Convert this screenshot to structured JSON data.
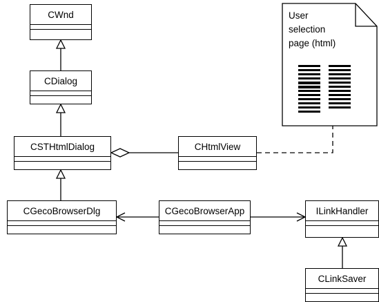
{
  "classes": {
    "cwnd": "CWnd",
    "cdialog": "CDialog",
    "csthtmldialog": "CSTHtmlDialog",
    "chtmlview": "CHtmlView",
    "cgecobrowserdlg": "CGecoBrowserDlg",
    "cgecobrowserapp": "CGecoBrowserApp",
    "ilinkhandler": "ILinkHandler",
    "clinksaver": "CLinkSaver"
  },
  "note": {
    "text": "User\nselection\npage (html)"
  }
}
